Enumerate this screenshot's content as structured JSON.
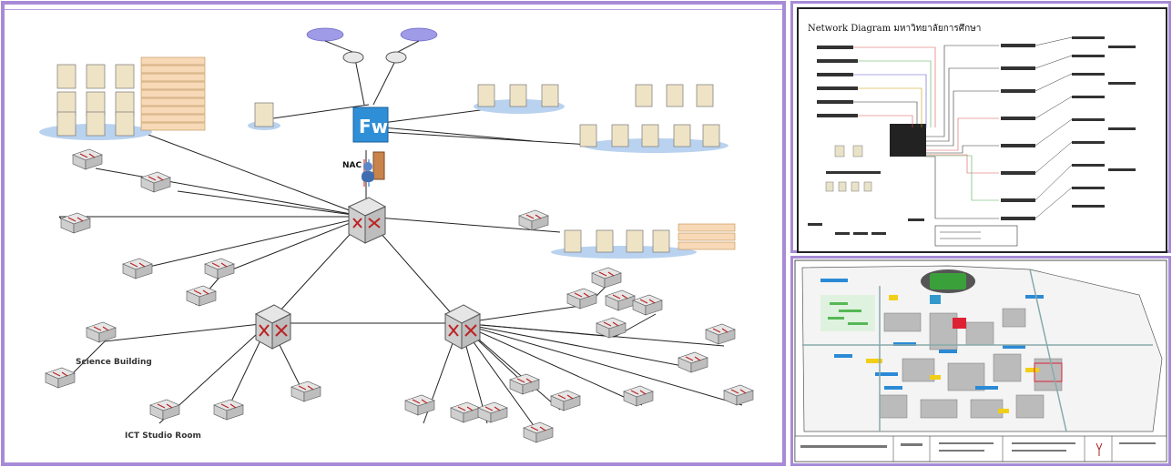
{
  "main_diagram": {
    "labels": {
      "nac": "NAC",
      "firewall": "Fw",
      "science_building": "Science Building",
      "ict_studio_room": "ICT Studio Room"
    },
    "colors": {
      "panel_border": "#a78bd6",
      "firewall_blue": "#2f8fd6",
      "server_beige": "#efe3c6",
      "info_box_orange": "#f7d9b7",
      "cloud_blue": "#9f9be6"
    },
    "icons": [
      "internet-cloud-icon",
      "router-icon",
      "firewall-icon",
      "nac-user-icon",
      "core-switch-icon",
      "distribution-switch-icon",
      "access-switch-icon",
      "server-icon"
    ]
  },
  "network_diagram": {
    "title": "Network Diagram มหาวิทยาลัยการศึกษา"
  },
  "campus_map": {
    "icons": [
      "stadium-icon",
      "building-icon",
      "access-point-icon"
    ]
  }
}
